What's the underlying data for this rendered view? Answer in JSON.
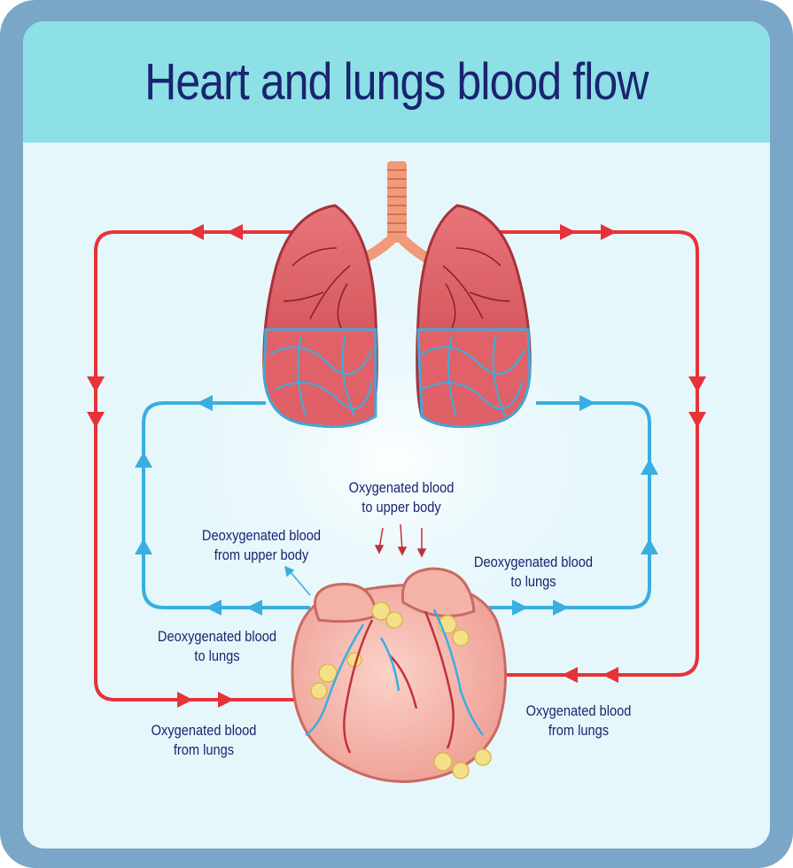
{
  "title": "Heart and lungs blood flow",
  "labels": {
    "oxy_upper_body": {
      "line1": "Oxygenated blood",
      "line2": "to upper body"
    },
    "deoxy_from_upper": {
      "line1": "Deoxygenated blood",
      "line2": "from upper body"
    },
    "deoxy_to_lungs_right": {
      "line1": "Deoxygenated blood",
      "line2": "to lungs"
    },
    "deoxy_to_lungs_left": {
      "line1": "Deoxygenated blood",
      "line2": "to lungs"
    },
    "oxy_from_lungs_left": {
      "line1": "Oxygenated blood",
      "line2": "from lungs"
    },
    "oxy_from_lungs_right": {
      "line1": "Oxygenated blood",
      "line2": "from lungs"
    }
  },
  "colors": {
    "frame": "#7aa6c7",
    "panel": "#e6f7fb",
    "title_bar": "#8de0e6",
    "title_text": "#1a2470",
    "oxygenated": "#e8323a",
    "deoxygenated": "#3aaee0",
    "lung": "#d9545a",
    "heart": "#f5b0a8"
  }
}
